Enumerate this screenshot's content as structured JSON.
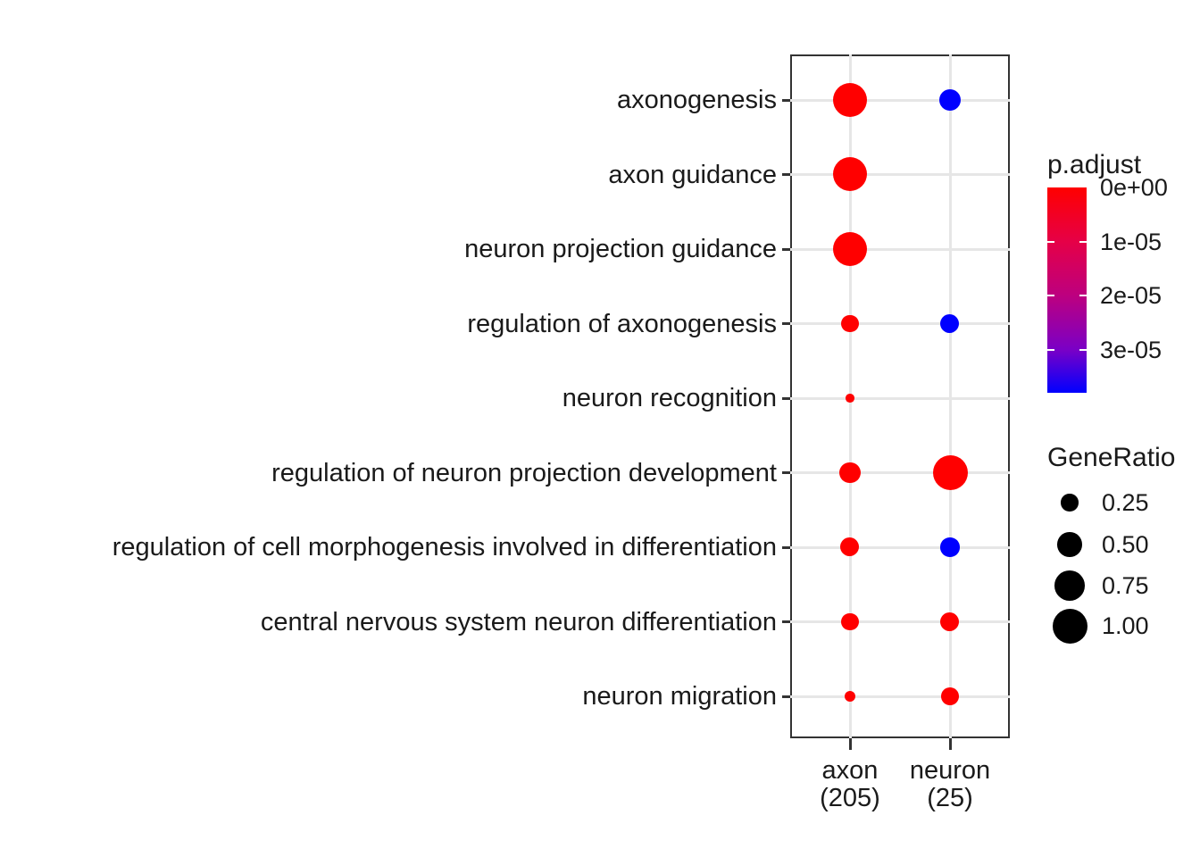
{
  "chart_data": {
    "type": "scatter",
    "subtype": "go-enrichment-dotplot",
    "title": "",
    "xlabel": "",
    "ylabel": "",
    "grid": "major-only",
    "legend_position": "right",
    "x_categories": [
      {
        "label": "axon",
        "size_label": "(205)"
      },
      {
        "label": "neuron",
        "size_label": "(25)"
      }
    ],
    "y_categories": [
      "axonogenesis",
      "axon guidance",
      "neuron projection guidance",
      "regulation of axonogenesis",
      "neuron recognition",
      "regulation of neuron projection development",
      "regulation of cell morphogenesis involved in differentiation",
      "central nervous system neuron differentiation",
      "neuron migration"
    ],
    "points": [
      {
        "cluster": "axon",
        "term": "axonogenesis",
        "gene_ratio": 0.95,
        "p_adjust": 0
      },
      {
        "cluster": "neuron",
        "term": "axonogenesis",
        "gene_ratio": 0.4,
        "p_adjust": 3.8e-05
      },
      {
        "cluster": "axon",
        "term": "axon guidance",
        "gene_ratio": 0.95,
        "p_adjust": 0
      },
      {
        "cluster": "axon",
        "term": "neuron projection guidance",
        "gene_ratio": 0.95,
        "p_adjust": 0
      },
      {
        "cluster": "axon",
        "term": "regulation of axonogenesis",
        "gene_ratio": 0.26,
        "p_adjust": 0
      },
      {
        "cluster": "neuron",
        "term": "regulation of axonogenesis",
        "gene_ratio": 0.29,
        "p_adjust": 3.8e-05
      },
      {
        "cluster": "axon",
        "term": "neuron recognition",
        "gene_ratio": 0.06,
        "p_adjust": 0
      },
      {
        "cluster": "axon",
        "term": "regulation of neuron projection development",
        "gene_ratio": 0.35,
        "p_adjust": 0
      },
      {
        "cluster": "neuron",
        "term": "regulation of neuron projection development",
        "gene_ratio": 1.0,
        "p_adjust": 0
      },
      {
        "cluster": "axon",
        "term": "regulation of cell morphogenesis involved in differentiation",
        "gene_ratio": 0.29,
        "p_adjust": 0
      },
      {
        "cluster": "neuron",
        "term": "regulation of cell morphogenesis involved in differentiation",
        "gene_ratio": 0.3,
        "p_adjust": 3.8e-05
      },
      {
        "cluster": "axon",
        "term": "central nervous system neuron differentiation",
        "gene_ratio": 0.24,
        "p_adjust": 0
      },
      {
        "cluster": "neuron",
        "term": "central nervous system neuron differentiation",
        "gene_ratio": 0.29,
        "p_adjust": 0
      },
      {
        "cluster": "axon",
        "term": "neuron migration",
        "gene_ratio": 0.11,
        "p_adjust": 0
      },
      {
        "cluster": "neuron",
        "term": "neuron migration",
        "gene_ratio": 0.26,
        "p_adjust": 0
      }
    ],
    "legend_padjust": {
      "title": "p.adjust",
      "scale_max": 3.8e-05,
      "color_low": "#FF0000",
      "color_high": "#0000FF",
      "ticks": [
        {
          "label": "0e+00",
          "value": 0
        },
        {
          "label": "1e-05",
          "value": 1e-05
        },
        {
          "label": "2e-05",
          "value": 2e-05
        },
        {
          "label": "3e-05",
          "value": 3e-05
        }
      ]
    },
    "legend_generatio": {
      "title": "GeneRatio",
      "dot_color": "#000000",
      "items": [
        {
          "label": "0.25",
          "value": 0.25
        },
        {
          "label": "0.50",
          "value": 0.5
        },
        {
          "label": "0.75",
          "value": 0.75
        },
        {
          "label": "1.00",
          "value": 1.0
        }
      ]
    }
  },
  "colors": {
    "red": "#FF0000",
    "blue": "#0000FF",
    "grid": "#E6E6E6",
    "panel_border": "#333333",
    "tick": "#333333",
    "text": "#1A1A1A"
  }
}
